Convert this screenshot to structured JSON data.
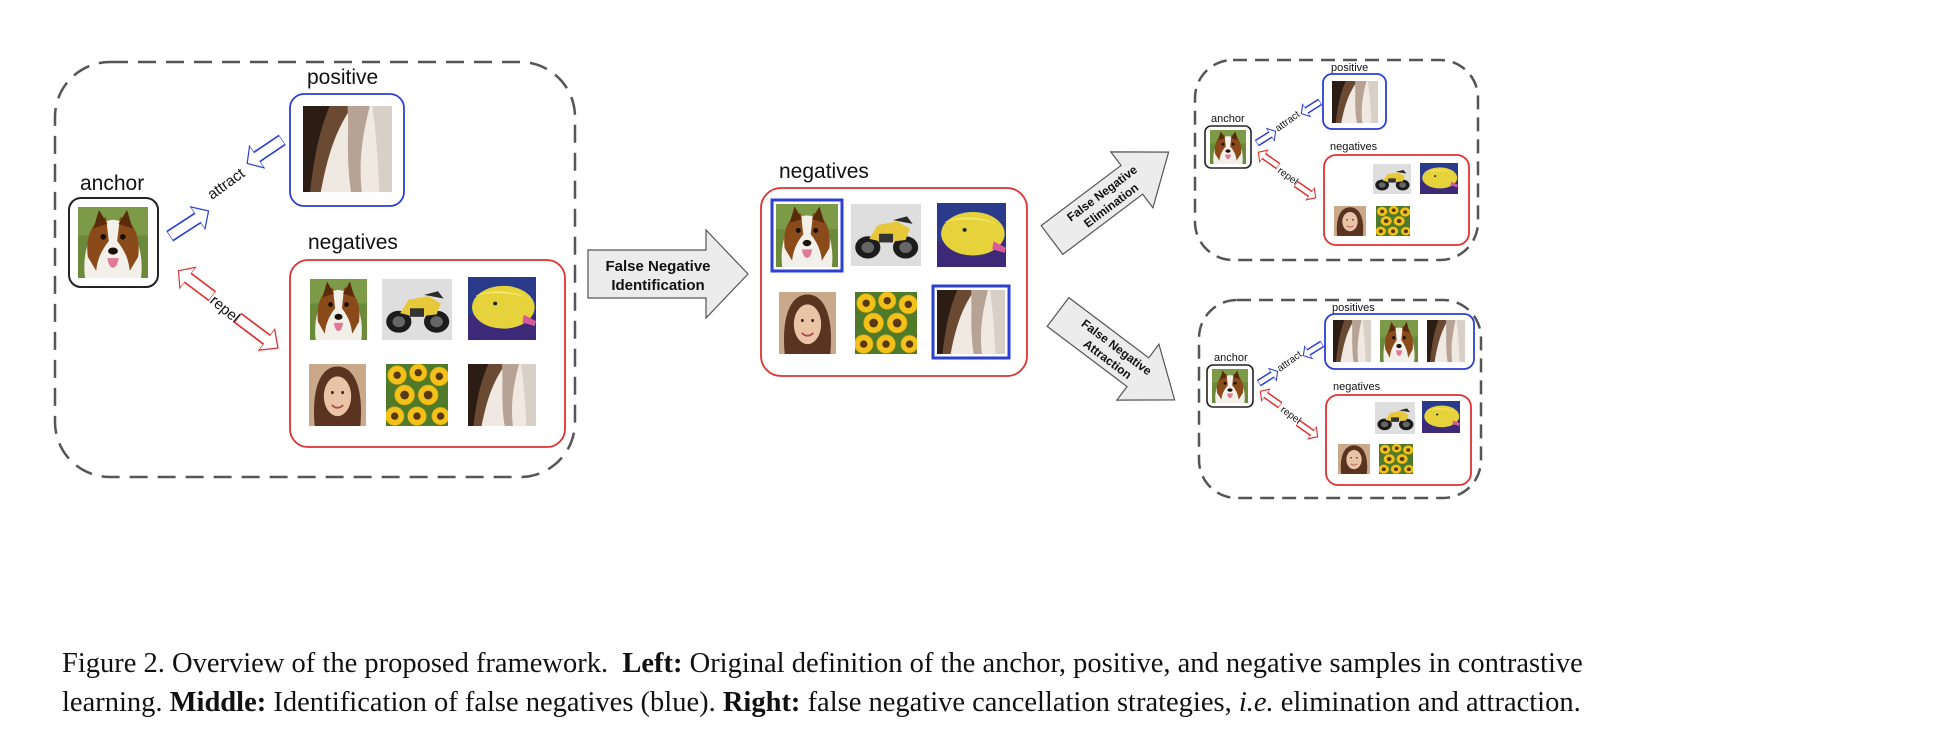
{
  "labels": {
    "left_positive": "positive",
    "left_anchor": "anchor",
    "left_negatives": "negatives",
    "attract": "attract",
    "repel": "repel",
    "fni_line1": "False Negative",
    "fni_line2": "Identification",
    "mid_negatives": "negatives",
    "fne_line1": "False Negative",
    "fne_line2": "Elimination",
    "fna_line1": "False Negative",
    "fna_line2": "Attraction",
    "tr_positive": "positive",
    "tr_anchor": "anchor",
    "tr_negatives": "negatives",
    "br_positives": "positives",
    "br_anchor": "anchor",
    "br_negatives": "negatives"
  },
  "images": [
    "dog-collie",
    "fur-patch",
    "dog-collie",
    "motorcycle",
    "yellow-fish",
    "woman-face",
    "sunflowers",
    "fur-patch"
  ],
  "colors": {
    "positive_box": "#2b3fd6",
    "negative_box": "#e03030",
    "dashed_border": "#555555",
    "arrow_fill": "#ececec"
  },
  "caption": {
    "prefix": "Figure 2. Overview of the proposed framework.",
    "left_label": "Left:",
    "left_text": "Original definition of the anchor, positive, and negative samples in contrastive",
    "line2_start": "learning.",
    "middle_label": "Middle:",
    "middle_text": "Identification of false negatives (blue).",
    "right_label": "Right:",
    "right_text": "false negative cancellation strategies,",
    "ie": "i.e.",
    "end_text": "elimination and attraction."
  }
}
